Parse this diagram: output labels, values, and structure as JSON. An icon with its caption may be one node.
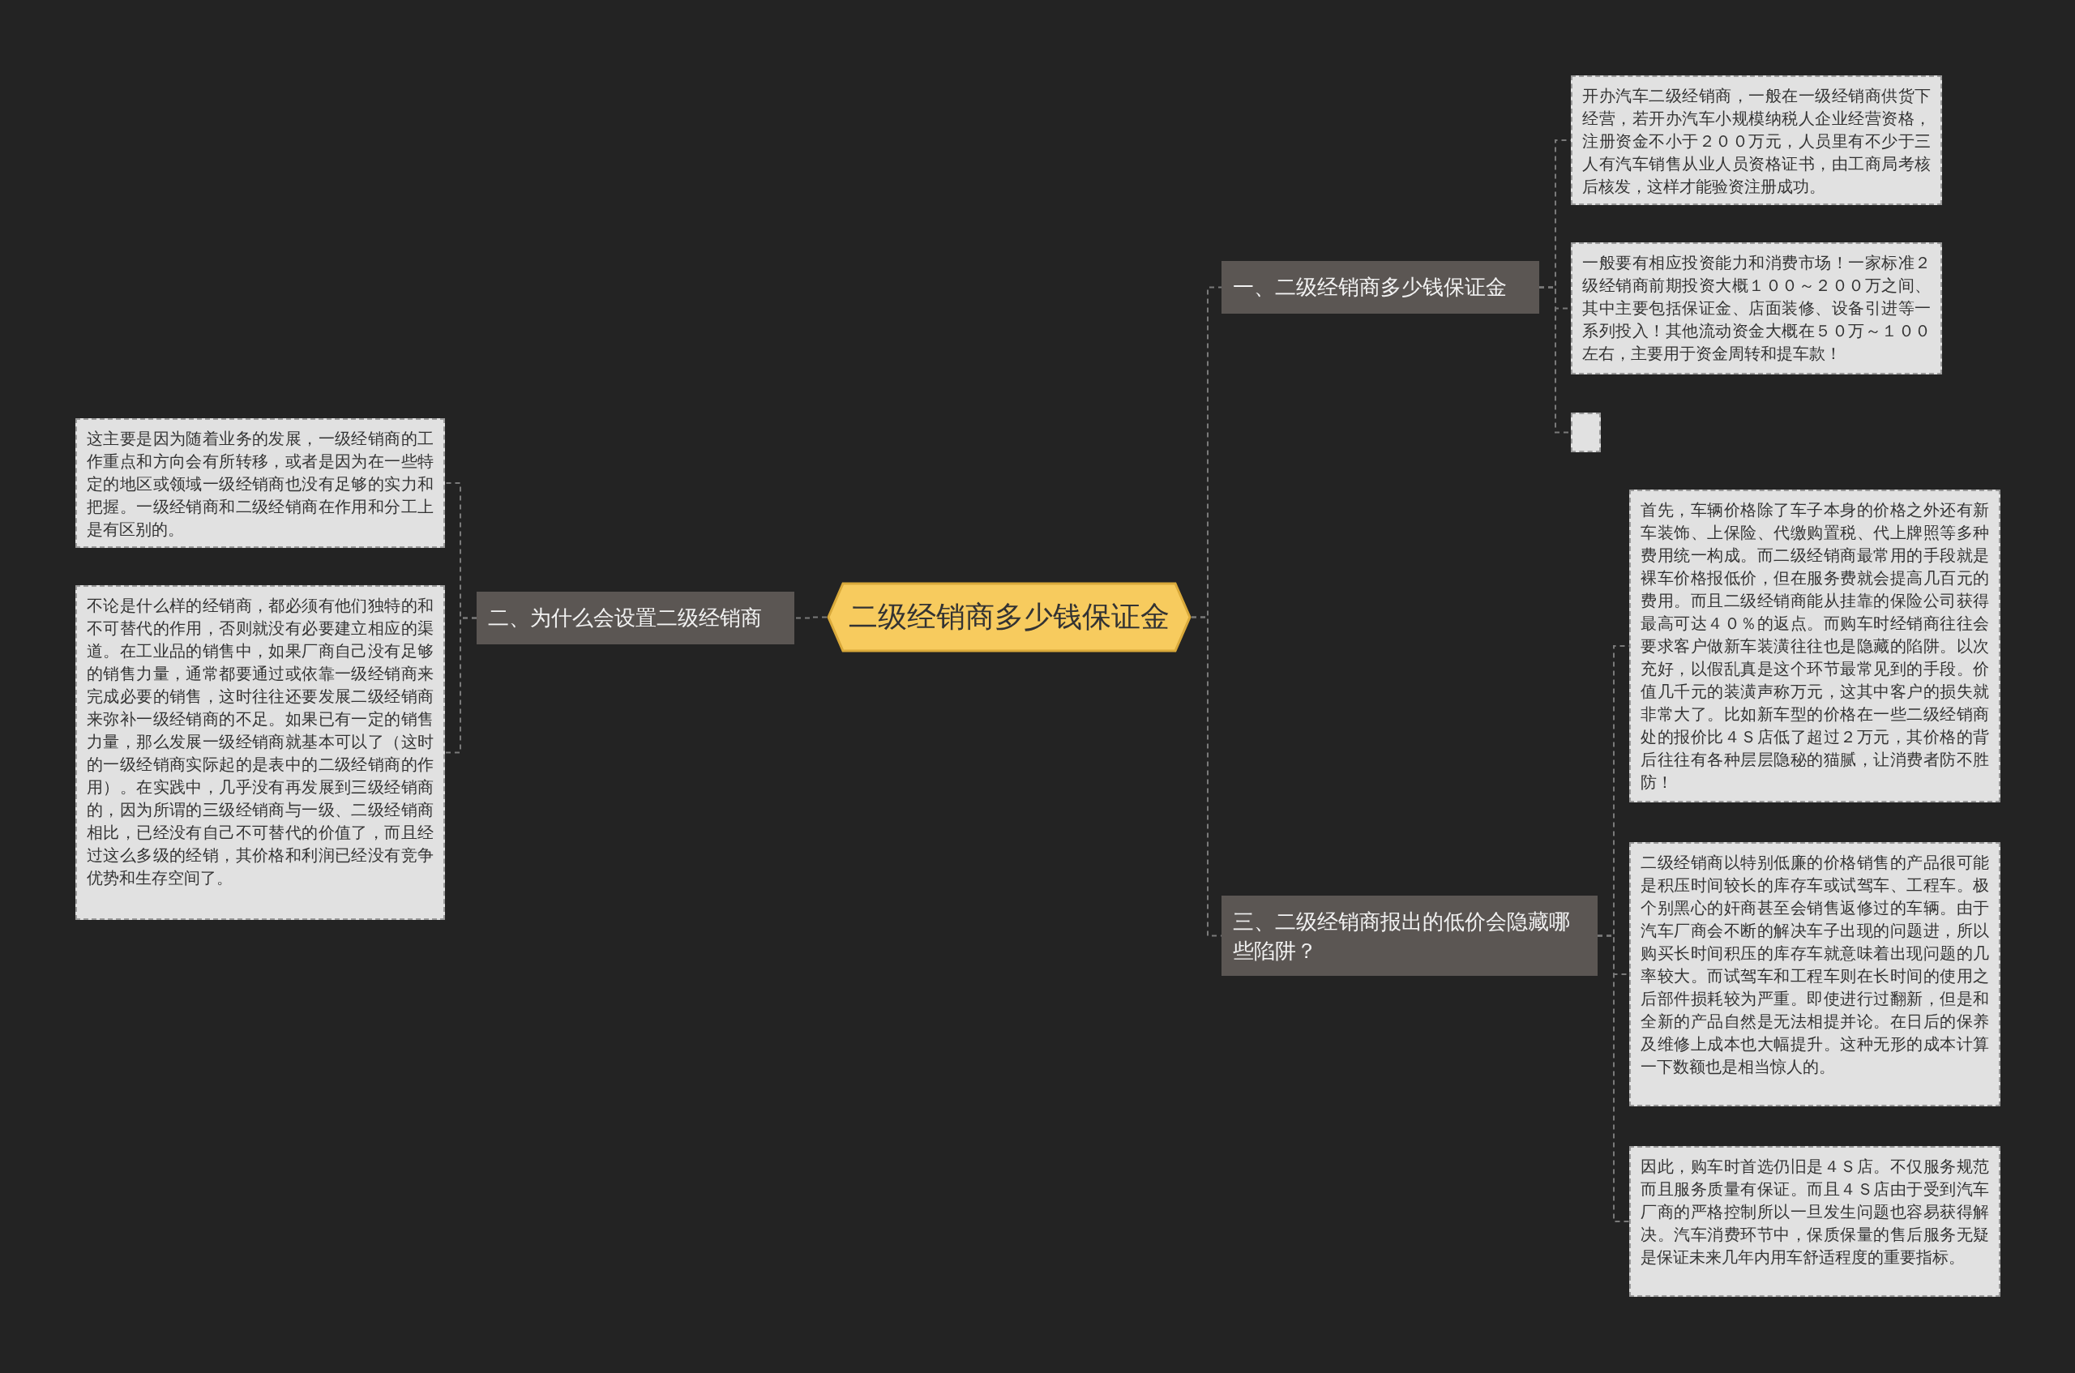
{
  "diagram": {
    "nodes": [
      {
        "text": [
          "二级经销商多少钱保证金"
        ]
      },
      {
        "text": [
          "一、二级经销商多少钱保证金"
        ]
      },
      {
        "text": [
          "开办汽车二级经销商，一般在一级经销商供货下经营，若开办汽车小规模纳税人企业经营资格，注册资金不小于２００万元，人员里有不少于三人有汽车销售从业人员资格证书，由工商局考核后核发，这样才能验资注册成功。"
        ]
      },
      {
        "text": [
          "一般要有相应投资能力和消费市场！一家标准２级经销商前期投资大概１００～２００万之间、其中主要包括保证金、店面装修、设备引进等一系列投入！其他流动资金大概在５０万～１００左右，主要用于资金周转和提车款！"
        ]
      },
      {
        "text": [],
        "shape": "box"
      },
      {
        "text": [
          "二、为什么会设置二级经销商"
        ]
      },
      {
        "text": [
          "这主要是因为随着业务的发展，一级经销商的工作重点和方向会有所转移，或者是因为在一些特定的地区或领域一级经销商也没有足够的实力和把握。一级经销商和二级经销商在作用和分工上是有区别的。"
        ]
      },
      {
        "text": [
          "不论是什么样的经销商，都必须有他们独特的和不可替代的作用，否则就没有必要建立相应的渠道。在工业品的销售中，如果厂商自己没有足够的销售力量，通常都要通过或依靠一级经销商来完成必要的销售，这时往往还要发展二级经销商来弥补一级经销商的不足。如果已有一定的销售力量，那么发展一级经销商就基本可以了（这时的一级经销商实际起的是表中的二级经销商的作用）。在实践中，几乎没有再发展到三级经销商的，因为所谓的三级经销商与一级、二级经销商相比，已经没有自己不可替代的价值了，而且经过这么多级的经销，其价格和利润已经没有竞争优势和生存空间了。"
        ]
      },
      {
        "text": [
          "三、二级经销商报出的低价会隐藏哪些陷阱？"
        ]
      },
      {
        "text": [
          "首先，车辆价格除了车子本身的价格之外还有新车装饰、上保险、代缴购置税、代上牌照等多种费用统一构成。而二级经销商最常用的手段就是裸车价格报低价，但在服务费就会提高几百元的费用。而且二级经销商能从挂靠的保险公司获得最高可达４０％的返点。而购车时经销商往往会要求客户做新车装潢往往也是隐藏的陷阱。以次充好，以假乱真是这个环节最常见到的手段。价值几千元的装潢声称万元，这其中客户的损失就非常大了。比如新车型的价格在一些二级经销商处的报价比４Ｓ店低了超过２万元，其价格的背后往往有各种层层隐秘的猫腻，让消费者防不胜防！"
        ]
      },
      {
        "text": [
          "二级经销商以特别低廉的价格销售的产品很可能是积压时间较长的库存车或试驾车、工程车。极个别黑心的奸商甚至会销售返修过的车辆。由于汽车厂商会不断的解决车子出现的问题进，所以购买长时间积压的库存车就意味着出现问题的几率较大。而试驾车和工程车则在长时间的使用之后部件损耗较为严重。即使进行过翻新，但是和全新的产品自然是无法相提并论。在日后的保养及维修上成本也大幅提升。这种无形的成本计算一下数额也是相当惊人的。"
        ]
      },
      {
        "text": [
          "因此，购车时首选仍旧是４Ｓ店。不仅服务规范而且服务质量有保证。而且４Ｓ店由于受到汽车厂商的严格控制所以一旦发生问题也容易获得解决。汽车消费环节中，保质保量的售后服务无疑是保证未来几年内用车舒适程度的重要指标。"
        ]
      }
    ],
    "edges": [
      {
        "from": 0,
        "to": 1,
        "arrow": "none"
      },
      {
        "from": 1,
        "to": 2,
        "arrow": "none"
      },
      {
        "from": 1,
        "to": 3,
        "arrow": "none"
      },
      {
        "from": 1,
        "to": 4,
        "arrow": "none"
      },
      {
        "from": 0,
        "to": 5,
        "arrow": "none"
      },
      {
        "from": 5,
        "to": 6,
        "arrow": "none"
      },
      {
        "from": 5,
        "to": 7,
        "arrow": "none"
      },
      {
        "from": 0,
        "to": 8,
        "arrow": "none"
      },
      {
        "from": 8,
        "to": 9,
        "arrow": "none"
      },
      {
        "from": 8,
        "to": 10,
        "arrow": "none"
      },
      {
        "from": 8,
        "to": 11,
        "arrow": "none"
      }
    ]
  }
}
